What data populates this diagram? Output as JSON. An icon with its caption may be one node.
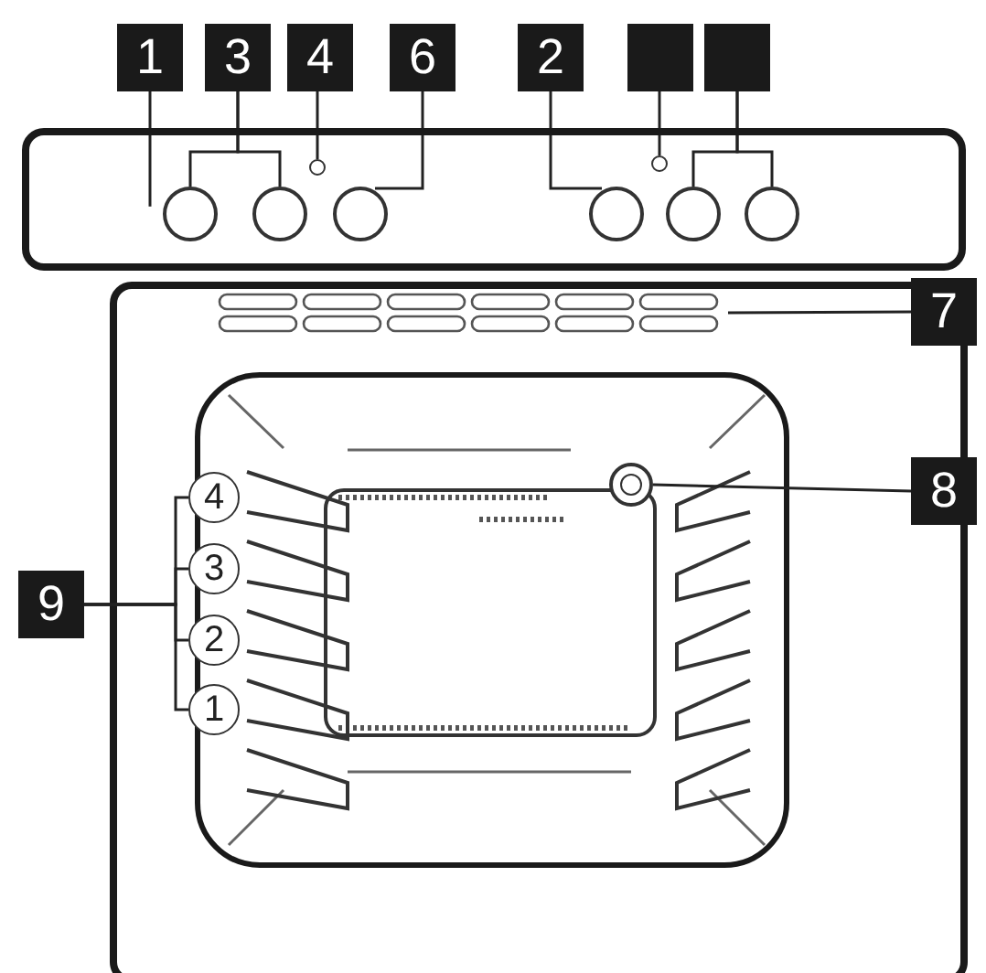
{
  "diagram": {
    "nodes": [
      {
        "text": [
          "1"
        ]
      },
      {
        "text": [
          "3"
        ]
      },
      {
        "text": [
          "4"
        ]
      },
      {
        "text": [
          "6"
        ]
      },
      {
        "text": [
          "2"
        ]
      },
      {
        "text": [],
        "shape": "box"
      },
      {
        "text": [],
        "shape": "box"
      },
      {
        "text": [],
        "shape": "box"
      },
      {
        "text": [],
        "shape": "circle",
        "in": 7
      },
      {
        "text": [],
        "shape": "circle",
        "in": 7
      },
      {
        "text": [],
        "shape": "circle",
        "in": 7
      },
      {
        "text": [],
        "shape": "circle",
        "in": 7
      },
      {
        "text": [],
        "shape": "circle",
        "in": 7
      },
      {
        "text": [],
        "shape": "circle",
        "in": 7
      },
      {
        "text": [],
        "shape": "circle",
        "in": 7
      },
      {
        "text": [],
        "shape": "circle",
        "in": 7
      },
      {
        "text": [
          "7"
        ]
      },
      {
        "text": [],
        "shape": "box"
      },
      {
        "text": [
          "8"
        ]
      },
      {
        "text": [],
        "shape": "circle"
      },
      {
        "text": [
          "9"
        ]
      },
      {
        "text": [
          "4"
        ]
      },
      {
        "text": [
          "3"
        ]
      },
      {
        "text": [
          "2"
        ]
      },
      {
        "text": [
          "1"
        ]
      }
    ],
    "edges": [
      {
        "from": 0,
        "to": 7,
        "arrow": "none"
      },
      {
        "from": 1,
        "to": 8,
        "arrow": "none"
      },
      {
        "from": 1,
        "to": 9,
        "arrow": "none"
      },
      {
        "from": 2,
        "to": 10,
        "arrow": "none"
      },
      {
        "from": 3,
        "to": 11,
        "arrow": "none"
      },
      {
        "from": 4,
        "to": 12,
        "arrow": "none"
      },
      {
        "from": 5,
        "to": 13,
        "arrow": "none"
      },
      {
        "from": 6,
        "to": 14,
        "arrow": "none"
      },
      {
        "from": 6,
        "to": 15,
        "arrow": "none"
      },
      {
        "from": 16,
        "to": 17,
        "arrow": "none"
      },
      {
        "from": 18,
        "to": 19,
        "arrow": "none"
      },
      {
        "from": 20,
        "to": 21,
        "arrow": "none"
      },
      {
        "from": 20,
        "to": 22,
        "arrow": "none"
      },
      {
        "from": 20,
        "to": 23,
        "arrow": "none"
      },
      {
        "from": 20,
        "to": 24,
        "arrow": "none"
      }
    ]
  }
}
